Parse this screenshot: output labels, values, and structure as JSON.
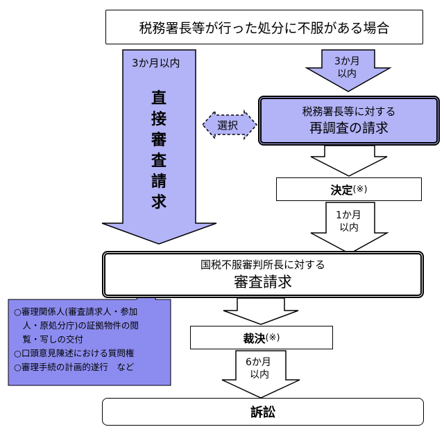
{
  "top_box": {
    "label": "税務署長等が行った処分に不服がある場合"
  },
  "direct_arrow": {
    "period": "3か月以内",
    "label_chars": [
      "直",
      "接",
      "審",
      "査",
      "請",
      "求"
    ]
  },
  "right_arrow_1": {
    "line1": "3か月",
    "line2": "以内"
  },
  "select_label": "選択",
  "reinvestigation_box": {
    "line1": "税務署長等に対する",
    "line2": "再調査の請求"
  },
  "decision_box": {
    "main": "決定",
    "note": "(※)"
  },
  "right_arrow_2": {
    "line1": "1か月",
    "line2": "以内"
  },
  "tribunal_box": {
    "line1": "国税不服審判所長に対する",
    "line2": "審査請求"
  },
  "verdict_box": {
    "main": "裁決",
    "note": "(※)"
  },
  "arrow_6m": {
    "line1": "6か月",
    "line2": "以内"
  },
  "lawsuit_box": {
    "label": "訴訟"
  },
  "bubble": {
    "lines": [
      "○審理関係人(審査請求人・参加",
      "　人・原処分庁)の証拠物件の閲",
      "　覧・写しの交付",
      "○口頭意見陳述における質問権",
      "○審理手続の計画的遂行　など"
    ]
  },
  "colors": {
    "arrow_fill": "#b3b3f7",
    "bubble_fill": "#8c8cf0",
    "border": "#000000",
    "background": "#ffffff"
  }
}
